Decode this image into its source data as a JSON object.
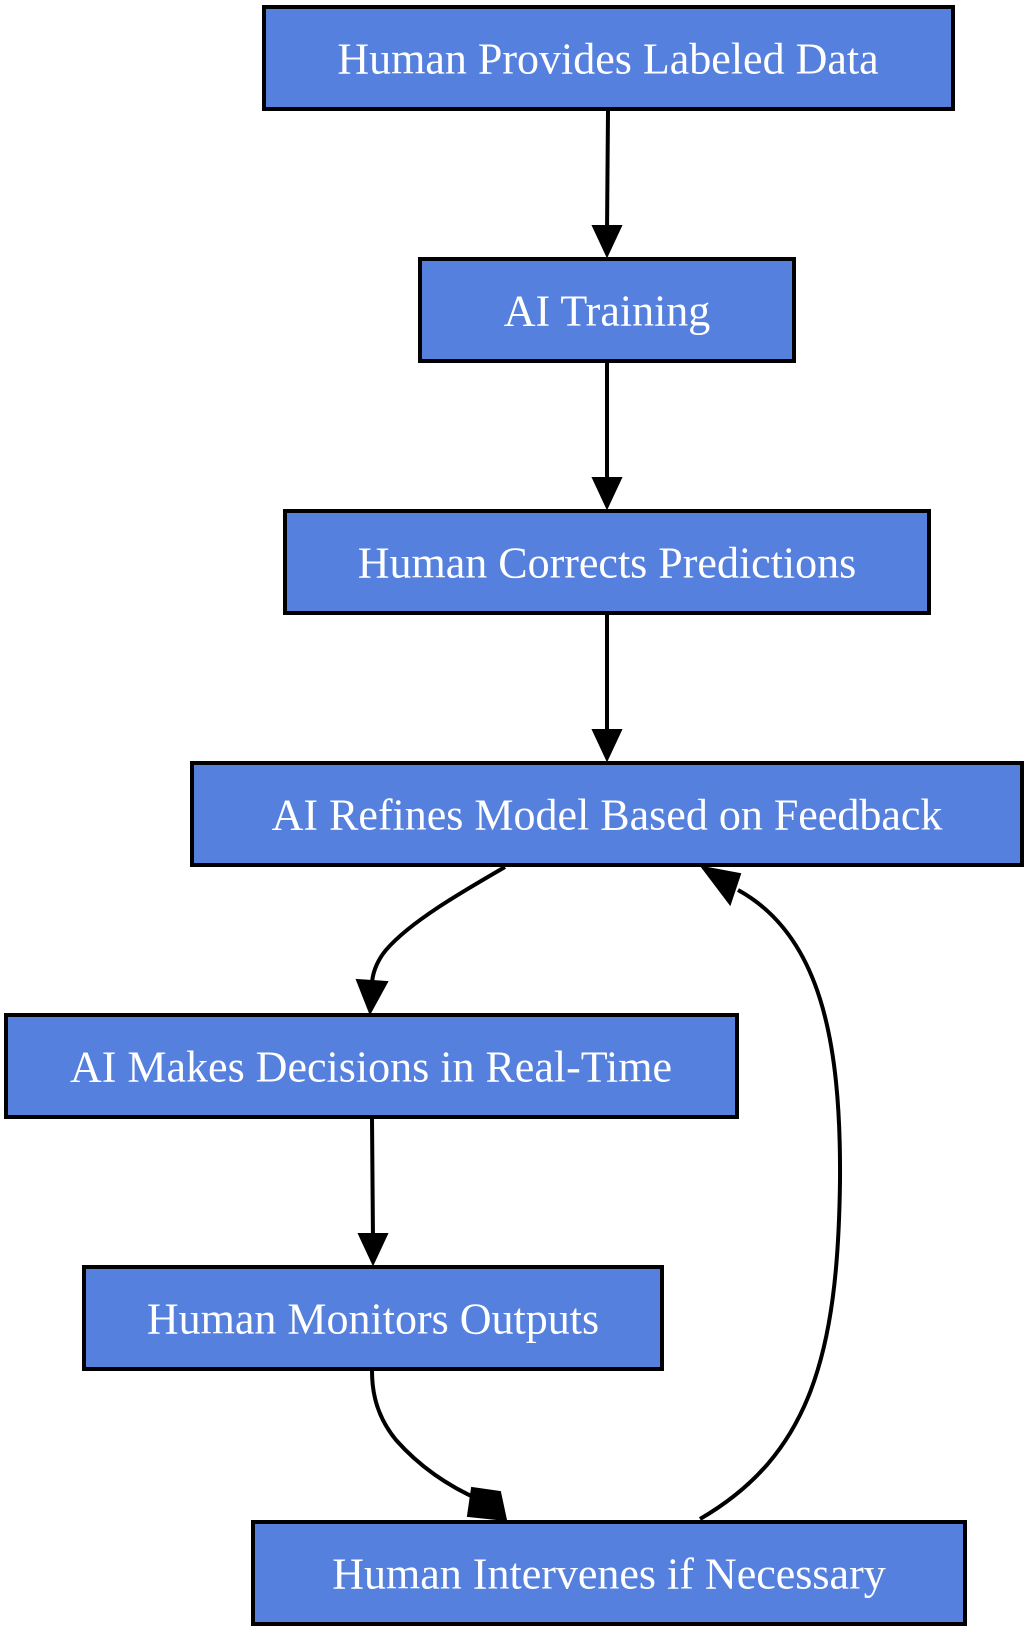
{
  "diagram": {
    "type": "flowchart",
    "node_fill": "#5680de",
    "node_border": "#000000",
    "label_color": "#ffffff",
    "edge_color": "#000000",
    "nodes": [
      {
        "id": "provide_data",
        "label": "Human Provides Labeled Data"
      },
      {
        "id": "ai_training",
        "label": "AI Training"
      },
      {
        "id": "correct_predictions",
        "label": "Human Corrects Predictions"
      },
      {
        "id": "refine_model",
        "label": "AI Refines Model Based on Feedback"
      },
      {
        "id": "make_decisions",
        "label": "AI Makes Decisions in Real-Time"
      },
      {
        "id": "monitor_outputs",
        "label": "Human Monitors Outputs"
      },
      {
        "id": "intervene",
        "label": "Human Intervenes if Necessary"
      }
    ],
    "edges": [
      {
        "from": "provide_data",
        "to": "ai_training"
      },
      {
        "from": "ai_training",
        "to": "correct_predictions"
      },
      {
        "from": "correct_predictions",
        "to": "refine_model"
      },
      {
        "from": "refine_model",
        "to": "make_decisions"
      },
      {
        "from": "make_decisions",
        "to": "monitor_outputs"
      },
      {
        "from": "monitor_outputs",
        "to": "intervene"
      },
      {
        "from": "intervene",
        "to": "refine_model"
      }
    ]
  }
}
